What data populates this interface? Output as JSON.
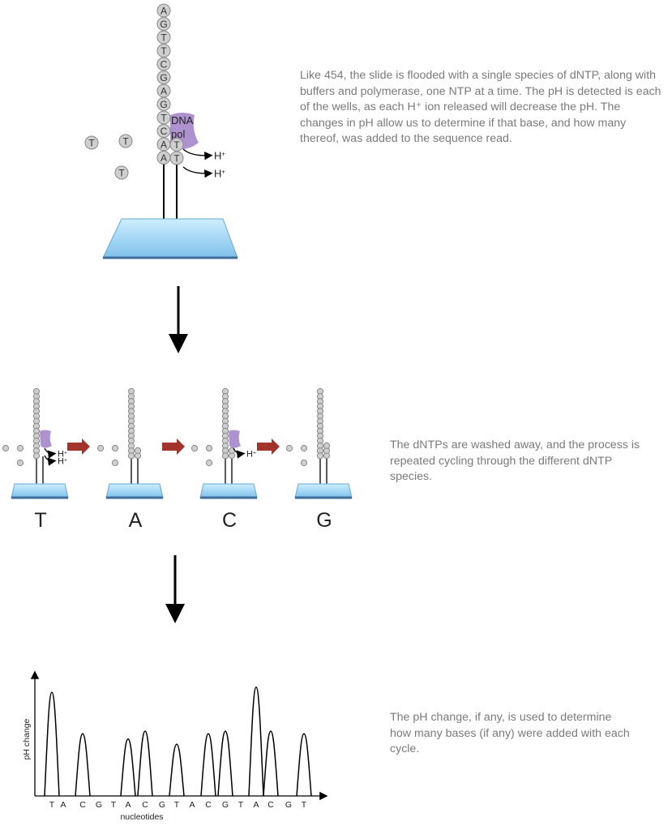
{
  "top_panel": {
    "template_strand": [
      "A",
      "G",
      "T",
      "T",
      "C",
      "G",
      "A",
      "G",
      "T",
      "C",
      "A",
      "A"
    ],
    "new_strand": [
      "T",
      "T"
    ],
    "free_nucleotides": [
      "T",
      "T",
      "T"
    ],
    "polymerase_label_line1": "DNA",
    "polymerase_label_line2": "pol",
    "proton_labels": [
      "H+",
      "H+"
    ],
    "description": "Like 454, the slide is flooded with a single species of dNTP, along with buffers and polymerase, one NTP at a time. The pH is detected is each of the wells, as each H⁺ ion released will decrease the pH. The changes in pH allow us to determine if that base, and how many thereof, was added to the sequence read."
  },
  "cycle_panel": {
    "steps": [
      {
        "label": "T",
        "added": 2,
        "protons": [
          "H+",
          "H+"
        ],
        "has_polymerase": true
      },
      {
        "label": "A",
        "added": 0,
        "protons": [],
        "has_polymerase": false
      },
      {
        "label": "C",
        "added": 1,
        "protons": [
          "H+"
        ],
        "has_polymerase": true
      },
      {
        "label": "G",
        "added": 0,
        "protons": [],
        "has_polymerase": false
      }
    ],
    "description": "The dNTPs are washed away, and the process is repeated cycling through the different dNTP species."
  },
  "chart_description": "The pH change, if any, is used to determine how many bases (if any) were added with each cycle.",
  "colors": {
    "slide": "#9fd4f2",
    "slide_edge": "#3f6e9a",
    "polymerase": "#a07fc8",
    "arrow_red": "#a3342b",
    "text": "#7a7a7a"
  },
  "chart_data": {
    "type": "line",
    "title": "",
    "xlabel": "nucleotides",
    "ylabel": "pH change",
    "categories": [
      "T",
      "A",
      "C",
      "G",
      "T",
      "A",
      "C",
      "G",
      "T",
      "A",
      "C",
      "G",
      "T",
      "A",
      "C",
      "G",
      "T"
    ],
    "values": [
      2.0,
      0,
      1.2,
      0,
      0,
      1.1,
      1.25,
      0,
      1.0,
      0,
      1.2,
      1.25,
      0,
      2.1,
      1.25,
      0,
      1.2
    ],
    "ylim": [
      0,
      2.3
    ],
    "grid": false
  }
}
